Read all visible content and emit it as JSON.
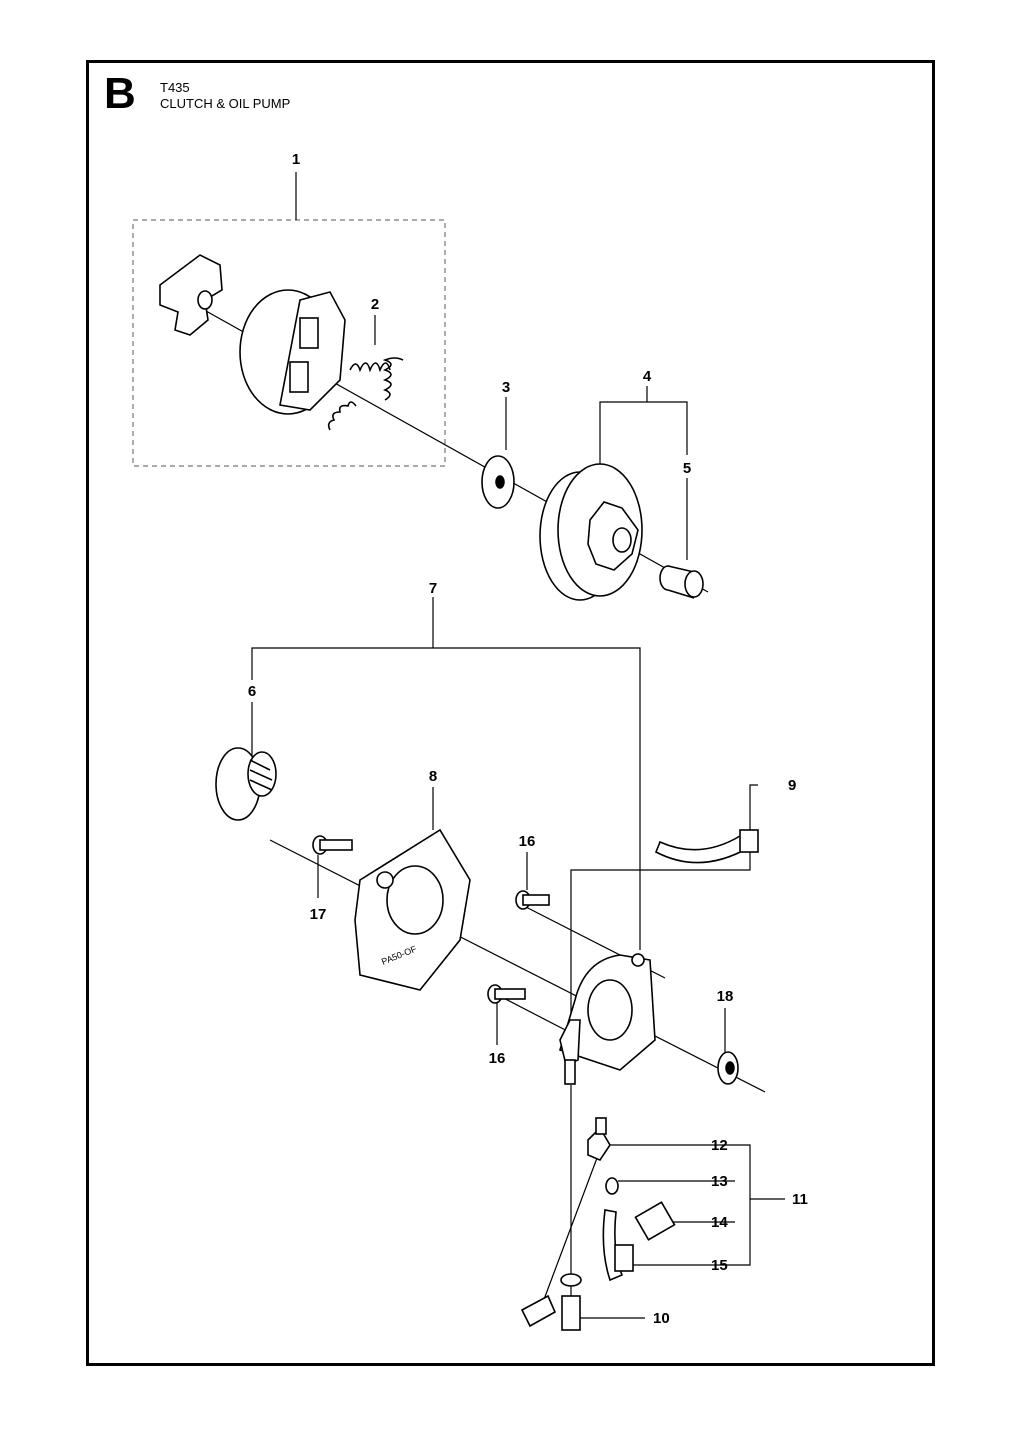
{
  "header": {
    "section_letter": "B",
    "model": "T435",
    "title": "CLUTCH & OIL PUMP"
  },
  "part_labels": [
    "1",
    "2",
    "3",
    "4",
    "5",
    "6",
    "7",
    "8",
    "9",
    "10",
    "11",
    "12",
    "13",
    "14",
    "15",
    "16",
    "16",
    "17",
    "18"
  ],
  "cover_marking": "PA50-OF"
}
